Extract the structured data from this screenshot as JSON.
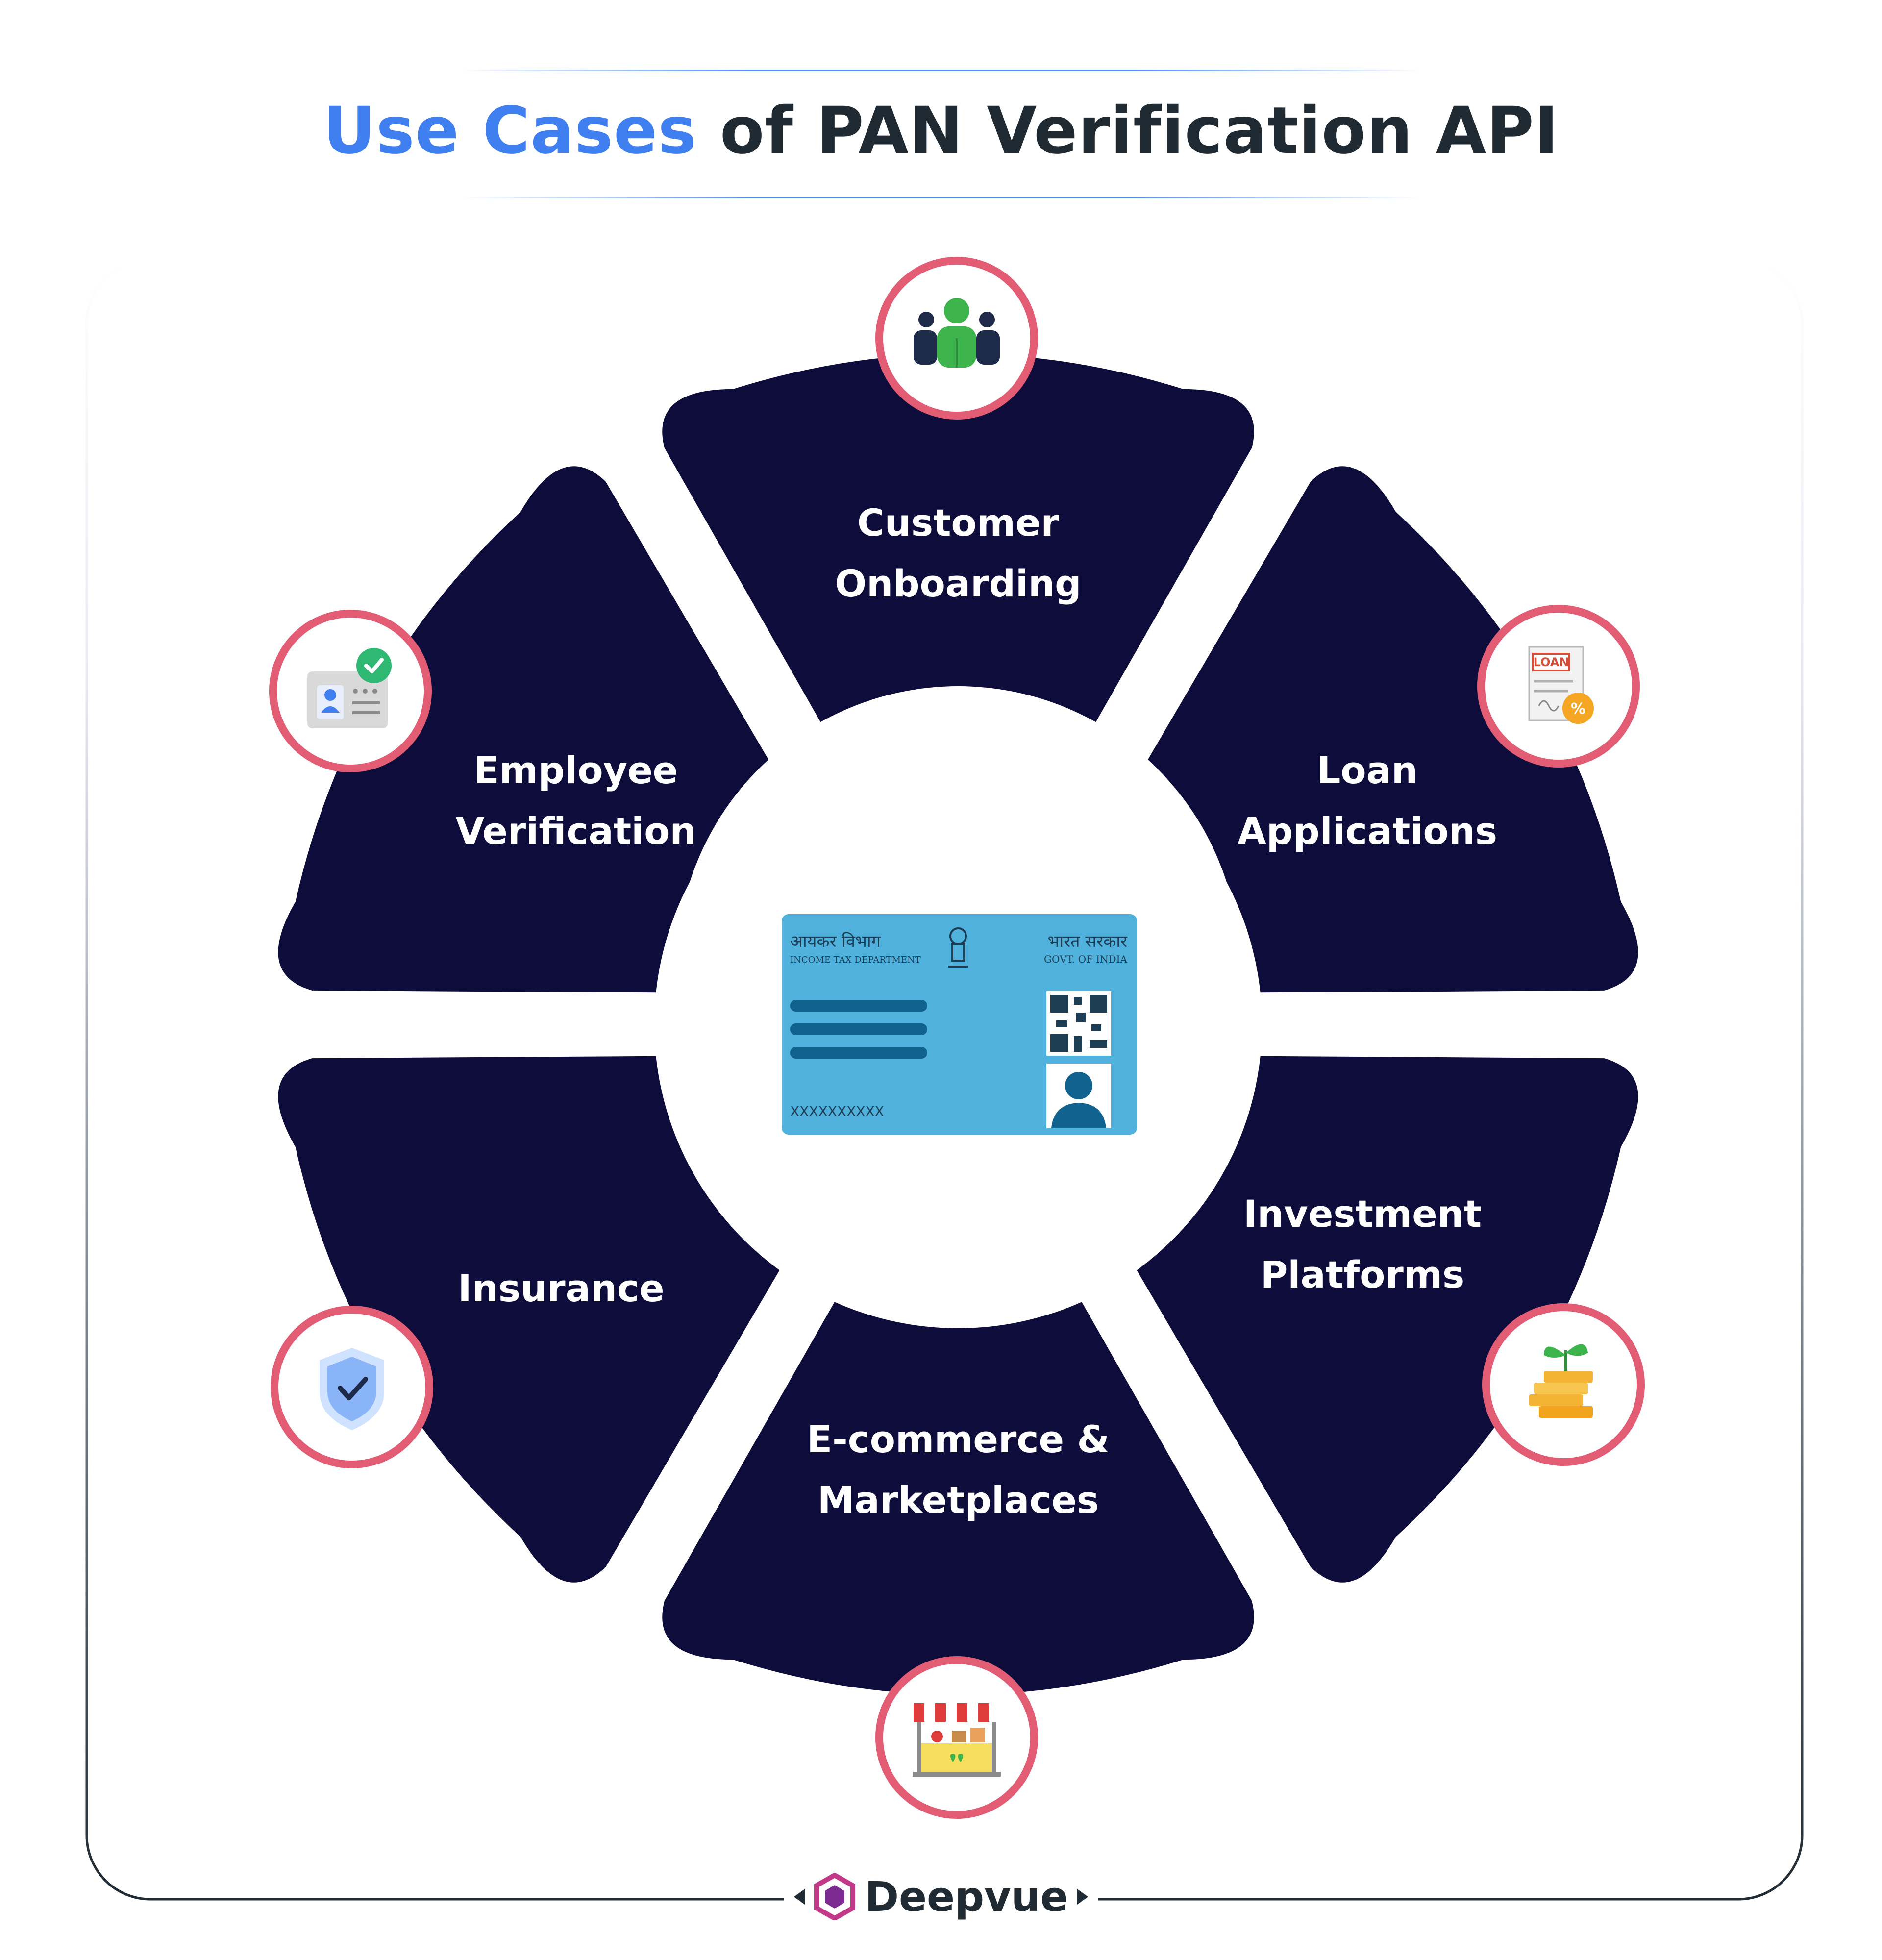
{
  "title": {
    "accent": "Use Cases",
    "rest": "of PAN Verification API"
  },
  "center": {
    "card_hindi_left": "आयकर विभाग",
    "card_dept": "INCOME TAX DEPARTMENT",
    "card_hindi_right": "भारत सरकार",
    "card_govt": "GOVT. OF INDIA",
    "card_number": "XXXXXXXXXX"
  },
  "segments": [
    {
      "line1": "Customer",
      "line2": "Onboarding",
      "icon": "team-icon"
    },
    {
      "line1": "Loan",
      "line2": "Applications",
      "icon": "loan-document-icon"
    },
    {
      "line1": "Investment",
      "line2": "Platforms",
      "icon": "coins-plant-icon"
    },
    {
      "line1": "E-commerce &",
      "line2": "Marketplaces",
      "icon": "market-stall-icon"
    },
    {
      "line1": "Insurance",
      "line2": "",
      "icon": "shield-check-icon"
    },
    {
      "line1": "Employee",
      "line2": "Verification",
      "icon": "id-card-verified-icon"
    }
  ],
  "brand": {
    "name": "Deepvue"
  },
  "colors": {
    "accent": "#3f7ff0",
    "segment_outer": "#0e0c3a",
    "segment_inner": "#2a1ea8",
    "icon_ring": "#e25c74",
    "card": "#4fb1dc"
  }
}
